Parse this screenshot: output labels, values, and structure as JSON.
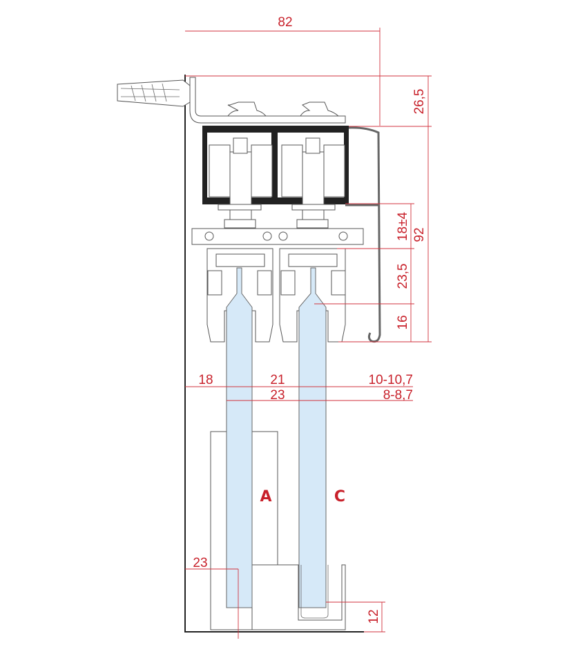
{
  "drawing": {
    "dimensions": {
      "overall_width": "82",
      "bracket_height": "26,5",
      "total_height": "92",
      "adjust_range": "18±4",
      "hanger_height": "23,5",
      "overlap_height": "16",
      "wall_to_glass_a": "18",
      "glass_gap_top": "21",
      "glass_gap_bottom": "23",
      "glass_thickness_range_1": "10-10,7",
      "glass_thickness_range_2": "8-8,7",
      "floor_guide_offset": "23",
      "floor_guide_height": "12"
    },
    "panel_labels": {
      "a": "A",
      "c": "C"
    },
    "colors": {
      "dimension": "#c8202a",
      "glass": "#d6e9f8",
      "profile": "#222222"
    }
  }
}
